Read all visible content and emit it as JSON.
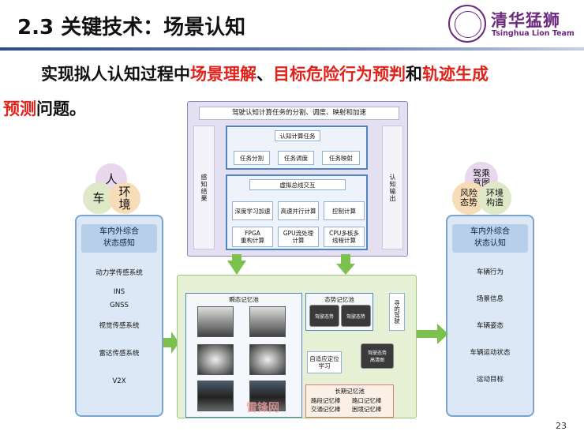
{
  "header": {
    "title": "2.3 关键技术：场景认知",
    "logo_cn": "清华猛狮",
    "logo_en": "Tsinghua Lion Team"
  },
  "subtitle": {
    "p1": "实现拟人认知过程中",
    "r1": "场景理解",
    "p2": "、",
    "r2": "目标危险行为预判",
    "p3": "和",
    "r3": "轨迹生成",
    "r4": "预测",
    "p4": "问题。"
  },
  "left_circles": {
    "person": "人",
    "car": "车",
    "env": "环\n境"
  },
  "right_circles": {
    "intent": "驾乘\n意图",
    "risk": "风险\n态势",
    "env": "环境\n构造"
  },
  "left_panel": {
    "title": "车内外综合\n状态感知",
    "items": [
      "动力学传感系统",
      "INS",
      "GNSS",
      "视觉传感系统",
      "雷达传感系统",
      "V2X"
    ]
  },
  "right_panel": {
    "title": "车内外综合\n状态认知",
    "items": [
      "车辆行为",
      "场景信息",
      "车辆姿态",
      "车辆运动状态",
      "运动目标"
    ]
  },
  "top_box": {
    "title": "驾驶认知计算任务的分割、调度、映射和加速",
    "left_col": "感知结果",
    "right_col": "认知输出",
    "task_title": "认知计算任务",
    "tasks": [
      "任务分割",
      "任务调度",
      "任务映射"
    ],
    "bus": "虚拟总线交互",
    "mid": [
      "深度学习加速",
      "高速并行计算",
      "控制计算"
    ],
    "bottom": [
      "FPGA\n重构计算",
      "GPU流处理\n计算",
      "CPU多核多\n线程计算"
    ]
  },
  "green_box": {
    "instant": "瞬态记忆池",
    "situation": "态势记忆池",
    "cell_a": "驾驶态势",
    "cell_b": "驾驶态势",
    "adaptive": "自适应定位\n学习",
    "map_cell": "驾驶态势\n高清图",
    "longterm": "长期记忆池",
    "lt1": "路段记忆棒",
    "lt2": "路口记忆棒",
    "lt3": "交通记忆棒",
    "lt4": "困境记忆棒",
    "side": "寻的驾驶"
  },
  "watermark": "雷锋网",
  "page_number": "23",
  "colors": {
    "accent_red": "#e0221a",
    "brand_purple": "#6b2a7d",
    "green_arrow": "#7cc14e"
  }
}
